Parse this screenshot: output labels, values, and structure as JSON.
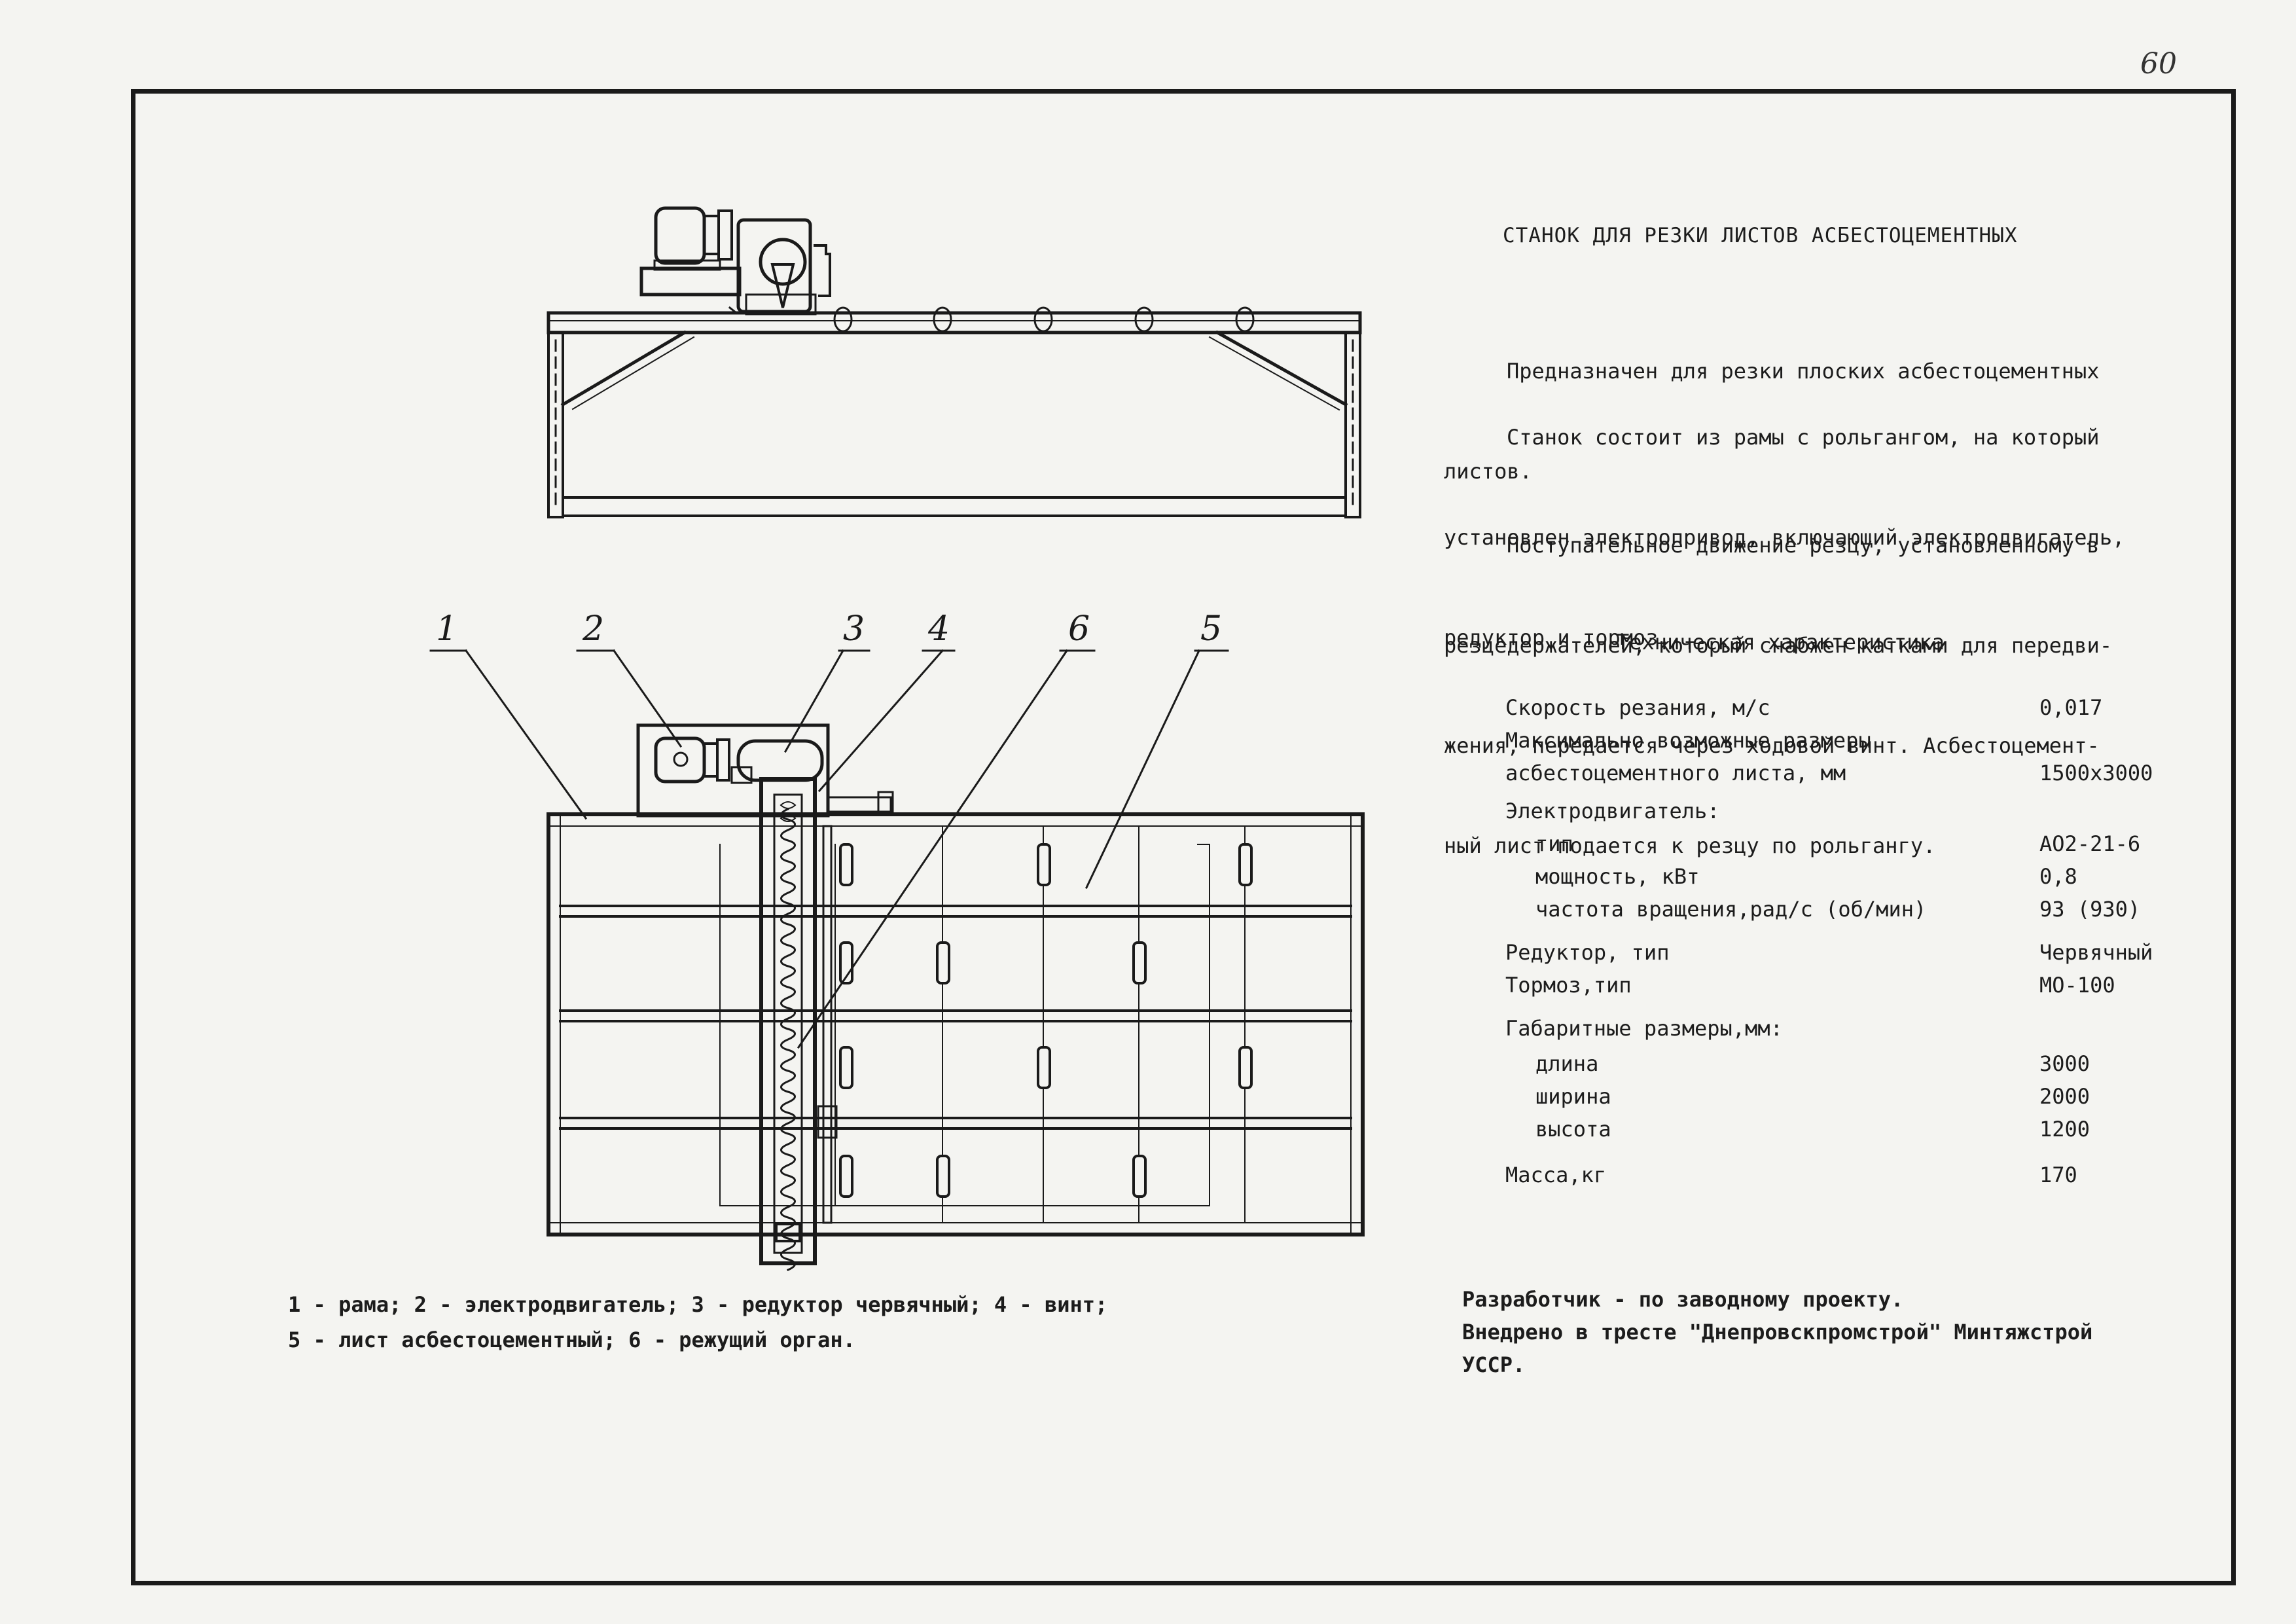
{
  "page_number": "60",
  "title": "СТАНОК ДЛЯ РЕЗКИ ЛИСТОВ АСБЕСТОЦЕМЕНТНЫХ",
  "description": [
    [
      "Предназначен для резки плоских асбестоцементных",
      "листов."
    ],
    [
      "Станок состоит из рамы с рольгангом, на который",
      "установлен электропривод, включающий электродвигатель,",
      "редуктор и тормоз."
    ],
    [
      "Поступательное движение резцу, установленному в",
      "резцедержателей, который снабжен катками для передви-",
      "жения, передается через ходовой винт. Асбестоцемент-",
      "ный лист подается к резцу по рольгангу."
    ]
  ],
  "tech_heading": "Техническая характеристика",
  "specs": [
    {
      "label": "Скорость резания, м/с",
      "value": "0,017"
    },
    {
      "label": "Максимально возможные размеры",
      "value": ""
    },
    {
      "label": "асбестоцементного листа, мм",
      "value": "1500х3000"
    },
    {
      "label": "Электродвигатель:",
      "value": ""
    },
    {
      "label": "тип",
      "value": "АО2-21-6"
    },
    {
      "label": "мощность, кВт",
      "value": "0,8"
    },
    {
      "label": "частота вращения,рад/с (об/мин)",
      "value": "93 (930)"
    },
    {
      "label": "Редуктор, тип",
      "value": "Червячный"
    },
    {
      "label": "Тормоз,тип",
      "value": "МО-100"
    },
    {
      "label": "Габаритные размеры,мм:",
      "value": ""
    },
    {
      "label": "длина",
      "value": "3000"
    },
    {
      "label": "ширина",
      "value": "2000"
    },
    {
      "label": "высота",
      "value": "1200"
    },
    {
      "label": "Масса,кг",
      "value": "170"
    }
  ],
  "callouts": [
    "1",
    "2",
    "3",
    "4",
    "6",
    "5"
  ],
  "caption": [
    "1 - рама; 2 - электродвигатель; 3 - редуктор червячный; 4 - винт;",
    "5 - лист асбестоцементный; 6 - режущий орган."
  ],
  "footer": [
    "Разработчик - по заводному проекту.",
    "Внедрено в тресте \"Днепровскпромстрой\" Минтяжстрой",
    "УССР."
  ]
}
